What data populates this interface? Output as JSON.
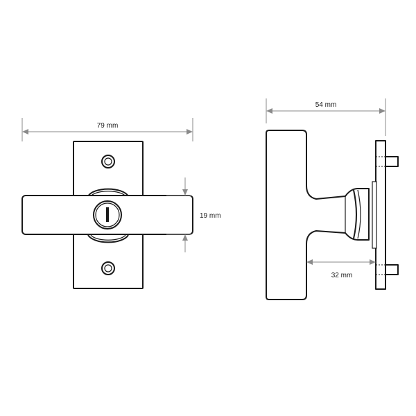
{
  "dimensions": {
    "front_width": "79 mm",
    "handle_height": "19 mm",
    "side_depth": "54 mm",
    "stem_length": "32 mm"
  },
  "colors": {
    "line": "#1a1a1a",
    "dimension_line": "#8a8a8a",
    "background": "#ffffff"
  }
}
